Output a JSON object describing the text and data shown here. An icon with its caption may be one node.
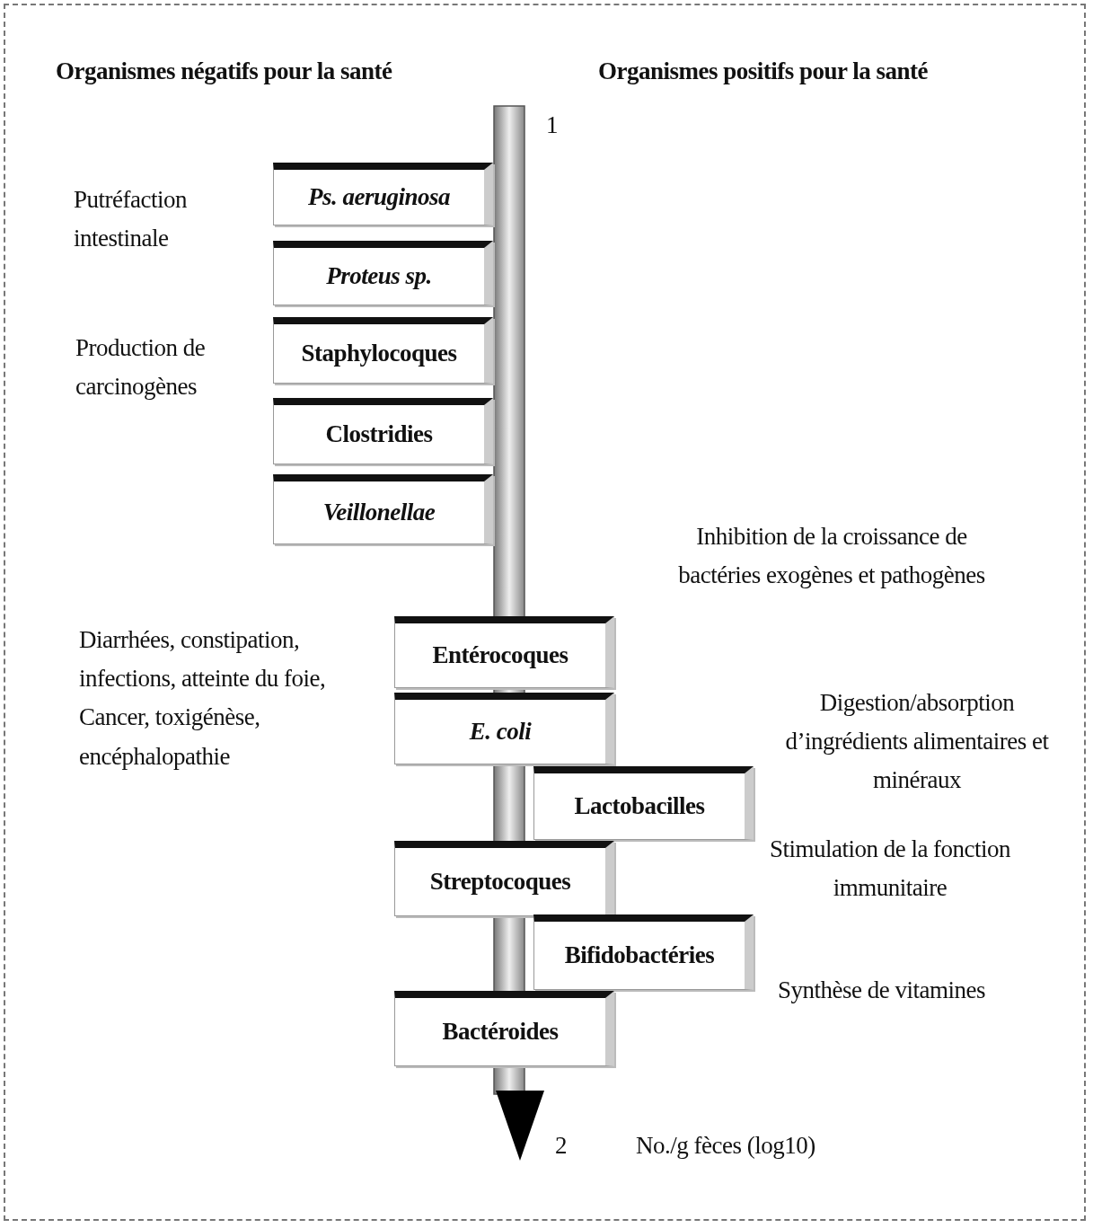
{
  "diagram": {
    "nodes": [
      {
        "text": [
          "Ps. aeruginosa"
        ]
      },
      {
        "text": [
          "Proteus sp."
        ]
      },
      {
        "text": [
          "Staphylocoques"
        ]
      },
      {
        "text": [
          "Clostridies"
        ]
      },
      {
        "text": [
          "Veillonellae"
        ]
      },
      {
        "text": [
          "Entérocoques"
        ]
      },
      {
        "text": [
          "E. coli"
        ]
      },
      {
        "text": [
          "Lactobacilles"
        ]
      },
      {
        "text": [
          "Streptocoques"
        ]
      },
      {
        "text": [
          "Bifidobactéries"
        ]
      },
      {
        "text": [
          "Bactéroides"
        ]
      }
    ],
    "labels": [
      "Organismes négatifs pour la santé",
      "Organismes positifs pour la santé",
      "1",
      "Putréfaction intestinale",
      "Production de carcinogènes",
      "Inhibition de la croissance de bactéries exogènes et pathogènes",
      "Diarrhées, constipation, infections, atteinte du foie, Cancer, toxigénèse, encéphalopathie",
      "Digestion/absorption d’ingrédients alimentaires et minéraux",
      "Stimulation de la fonction immunitaire",
      "Synthèse de vitamines",
      "2",
      "No./g fèces (log10)"
    ]
  }
}
